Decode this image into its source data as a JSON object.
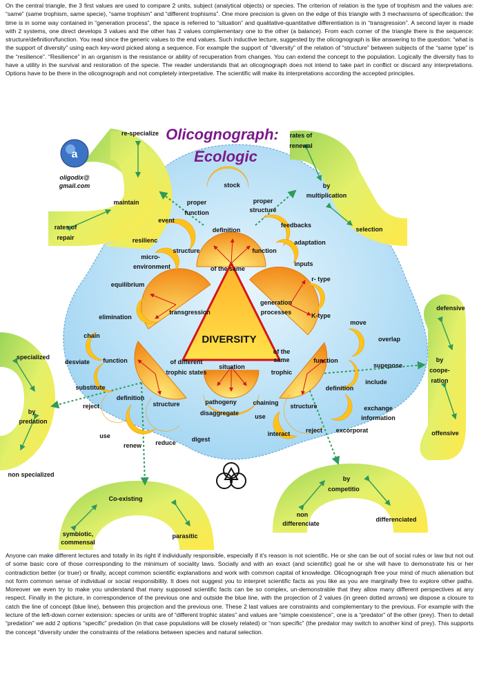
{
  "intro_text": "On the central triangle, the 3 first values are used to compare 2 units, subject (analytical objects) or species. The criterion of relation is the type of trophism and the values are: “same” (same trophism, same specie), “same trophism” and “different trophisms”. One more precision is given on the edge of this triangle with 3 mechanisms of specification: the time is in some way contained in “generation process”, the space is referred to “situation” and qualitative-quantitative differentiation is in “transgression”. A second layer is made with 2 systems, one direct develops 3 values and the other has 2 values complementary one to the other (a balance). From each corner of the triangle there is the sequence: structure/definition/function. You read since the generic values to the end values. Such inductive lecture, suggested by the olicognograph is like answering to the question: “what is the support of diversity” using each key-word picked along a sequence. For example the support of “diversity” of the relation of “structure” between subjects of the “same type” is the “resilience”. “Resilience” in an organism is the resistance or ability of recuperation from changes. You can extend the concept to the population. Logically the diversity has to have a utility in the survival and restoration of the specie. The reader understands that an olicognograph does not intend to take part in conflict or discard any interpretations. Options have to be there in the olicognograph and not completely interpretative. The scientific will make its interpretations according the accepted principles.",
  "outro_text": "Anyone can make different lectures and totally in its right if individually responsible, especially if it's reason is not scientific. He or she can be out of social rules or law but not out of some basic core of those corresponding to the minimum of sociality laws. Socially and with an exact (and scientific) goal he or she will have to demonstrate his or her contradiction better (or truer) or finally, accept common scientific explanations and work with common capital of knowledge. Olicognograph free your mind of much alienation but not form common sense of individual or social responsibility. It does not suggest you to interpret scientific facts as you like as you are marginally free to explore other paths. Moreover we even try to make you understand that many supposed scientific facts can be so complex, un-demonstrable that they allow many different perspectives at any respect. Finally in the picture, in correspondence of the previous one and outside the blue line, with the projection of 2 values (in green dotted arrows) we dispose a closure to catch the line of concept (blue line), between this projection and the previous one. These 2 last values are constraints and complementary to the previous. For example with the lecture of the left-down corner extension: species or units are of “different trophic states” and values are “simple coexistence”, one is a “predator” of the other (prey). Then to detail “predation” we add 2 options “specific” predation (in that case populations will be closely related) or “non specific” (the predator may switch to another kind of prey). This supports the concept “diversity under the constraints of the relations between species and natural selection.",
  "title_line1": "Olicognograph:",
  "title_line2": "Ecologic",
  "logo_text": "a",
  "email_line1": "oligodix@",
  "email_line2": "gmail.com",
  "center_label": "DIVERSITY",
  "corners": {
    "same": "of the same",
    "trophic_line1": "of the",
    "trophic_line2": "same",
    "trophic_line3": "trophic",
    "different_line1": "of different",
    "different_line2": "trophic states"
  },
  "edges": {
    "generation_line1": "generation",
    "generation_line2": "processes",
    "situation": "situation",
    "transgression": "transgression"
  },
  "sequence": {
    "structure": "structure",
    "definition": "definition",
    "function": "function"
  },
  "inner_terms": {
    "stock": "stock",
    "proper_function_1": "proper",
    "proper_function_2": "function",
    "proper_structure_1": "proper",
    "proper_structure_2": "structure",
    "event": "event",
    "feedbacks": "feedbacks",
    "resilience": "resilienc",
    "adaptation": "adaptation",
    "micro_1": "micro-",
    "micro_2": "environment",
    "inputs": "inputs",
    "equilibrium": "equilibrium",
    "r_type": "r- type",
    "elimination": "elimination",
    "k_type": "K-type",
    "move": "move",
    "overlap": "overlap",
    "supepose": "supepose",
    "include": "include",
    "exchange_1": "exchange",
    "exchange_2": "information",
    "excorporat": "excorporat",
    "reject_r": "reject",
    "interact": "interact",
    "chaining": "chaining",
    "use_c": "use",
    "pathogeny": "pathogeny",
    "disaggregate": "disaggregate",
    "chain": "chain",
    "desviate": "desviate",
    "substitute": "substitute",
    "reject_l": "reject",
    "use_l": "use",
    "renew": "renew",
    "reduce": "reduce",
    "digest": "digest"
  },
  "outer_arcs": {
    "respecialize": "re-specialize",
    "maintain": "maintain",
    "rates_repair_1": "rates of",
    "rates_repair_2": "repair",
    "rates_renewal_1": "rates of",
    "rates_renewal_2": "renewal",
    "by_mult_1": "by",
    "by_mult_2": "multiplication",
    "selection": "selection",
    "defensive": "defensive",
    "by_coop_1": "by",
    "by_coop_2": "coope-",
    "by_coop_3": "ration",
    "offensive": "offensive",
    "by_comp_1": "by",
    "by_comp_2": "competitio",
    "non_diff_1": "non",
    "non_diff_2": "differenciate",
    "differenciated": "differenciated",
    "coexisting": "Co-existing",
    "symbiotic_1": "symbiotic,",
    "symbiotic_2": "commensal",
    "parasitic": "parasitic",
    "specialized": "specialized",
    "by_pred_1": "by",
    "by_pred_2": "predation",
    "non_specialized": "non specialized"
  },
  "colors": {
    "blob": "#bfe3f7",
    "arc_green": "#b8e06a",
    "arc_yellow": "#ffe24a",
    "orange": "#f39a1e",
    "moon": "#ffc21a",
    "title": "#7a1a8a",
    "arrow_green": "#2f9a5a"
  }
}
